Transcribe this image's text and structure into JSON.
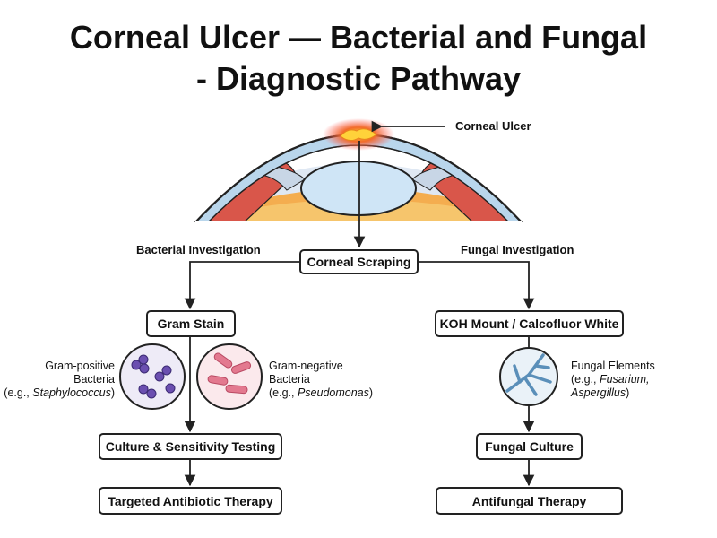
{
  "title": {
    "line1": "Corneal Ulcer — Bacterial and Fungal",
    "line2": "- Diagnostic Pathway"
  },
  "labels": {
    "corneal_ulcer": "Corneal Ulcer",
    "bacterial_investigation": "Bacterial Investigation",
    "fungal_investigation": "Fungal Investigation"
  },
  "boxes": {
    "corneal_scraping": "Corneal Scraping",
    "gram_stain": "Gram Stain",
    "koh_mount": "KOH Mount / Calcofluor White",
    "culture_sensitivity": "Culture & Sensitivity Testing",
    "targeted_antibiotic": "Targeted Antibiotic Therapy",
    "fungal_culture": "Fungal Culture",
    "antifungal_therapy": "Antifungal Therapy"
  },
  "gram_positive": {
    "line1": "Gram-positive",
    "line2": "Bacteria",
    "example_prefix": "(e.g., ",
    "example": "Staphylococcus",
    "example_suffix": ")"
  },
  "gram_negative": {
    "line1": "Gram-negative",
    "line2": "Bacteria",
    "example_prefix": "(e.g., ",
    "example": "Pseudomonas",
    "example_suffix": ")"
  },
  "fungal_elements": {
    "line1": "Fungal Elements",
    "example_prefix": "(e.g., ",
    "example1": "Fusarium,",
    "example2": "Aspergillus",
    "example_suffix": ")"
  },
  "colors": {
    "cornea": "#b9d6ec",
    "lens": "#cfe5f6",
    "iris": "#d9564a",
    "sclera_orange": "#f4ad4f",
    "ulcer": "#f39a2a",
    "gram_positive": "#6b4fb0",
    "gram_negative": "#e3798f",
    "fungal": "#5a8fb9"
  }
}
